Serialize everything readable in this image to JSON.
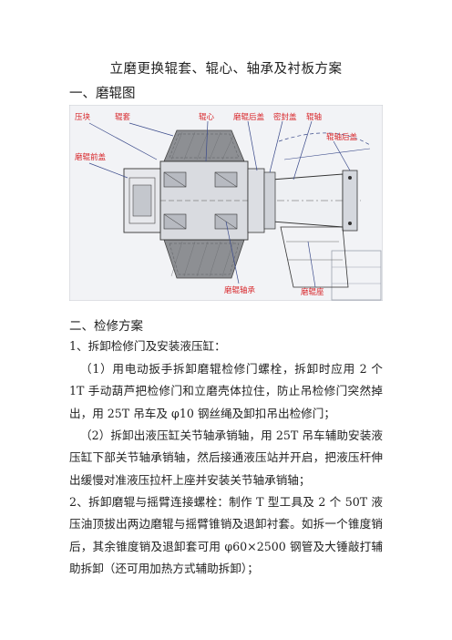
{
  "document": {
    "title": "立磨更换辊套、辊心、轴承及衬板方案",
    "section1_heading": "一、磨辊图",
    "section2_heading": "二、检修方案",
    "step1": "1、拆卸检修门及安装液压缸：",
    "step1_sub1": "（1）用电动扳手拆卸磨辊检修门螺栓，拆卸时应用 2 个 1T 手动葫芦把检修门和立磨壳体拉住，防止吊检修门突然掉出，用 25T 吊车及 φ10 钢丝绳及卸扣吊出检修门；",
    "step1_sub2": "（2）拆卸出液压缸关节轴承销轴，用 25T 吊车辅助安装液压缸下部关节轴承销轴，然后接通液压站并开启，把液压杆伸出缓慢对准液压拉杆上座并安装关节轴承销轴；",
    "step2": "2、拆卸磨辊与摇臂连接螺栓：制作 T 型工具及 2 个 50T 液压油顶拔出两边磨辊与摇臂锥销及退卸衬套。如拆一个锥度销后，其余锥度销及退卸套可用 φ60×2500 钢管及大锤敲打辅助拆卸（还可用加热方式辅助拆卸）；"
  },
  "figure": {
    "labels": {
      "press_block": "压块",
      "roller_sleeve": "辊套",
      "roller_core": "辊心",
      "roller_rear_cover": "磨辊后盖",
      "seal_cover": "密封盖",
      "roller_shaft": "辊轴",
      "shaft_rear_cover": "辊轴后盖",
      "roller_front_cover": "磨辊前盖",
      "roller_bearing": "磨辊轴承",
      "roller_seat": "磨辊座"
    },
    "colors": {
      "label_red": "#d8262a",
      "sleeve_gray": "#8d8f93",
      "line_blue": "#3a4a8a"
    }
  }
}
